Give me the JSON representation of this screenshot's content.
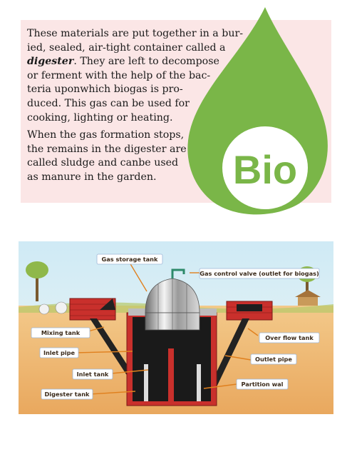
{
  "text": {
    "para1": [
      {
        "pre": "These materials are put together in a bur-"
      },
      {
        "pre": "ied, sealed, air-tight container called a"
      },
      {
        "em": "digester",
        "post": ". They are left to decompose"
      },
      {
        "pre": "or ferment with the help of the bac-"
      },
      {
        "pre": "teria uponwhich biogas is pro-"
      },
      {
        "pre": "duced. This gas can be used for"
      },
      {
        "pre": "cooking, lighting or heating."
      }
    ],
    "para2": [
      "When the gas formation stops,",
      "the remains in the digester are",
      "called sludge and canbe used",
      "as manure in the garden."
    ]
  },
  "logo": {
    "text": "Bio",
    "color": "#7ab648"
  },
  "diagram": {
    "labels": {
      "gas_storage_tank": "Gas storage tank",
      "gas_control_valve": "Gas control valve (outlet for biogas)",
      "mixing_tank": "Mixing tank",
      "inlet_pipe": "Inlet pipe",
      "inlet_tank": "Inlet tank",
      "digester_tank": "Digester tank",
      "over_flow_tank": "Over flow tank",
      "outlet_pipe": "Outlet pipe",
      "partition_wall": "Partition wal"
    }
  }
}
